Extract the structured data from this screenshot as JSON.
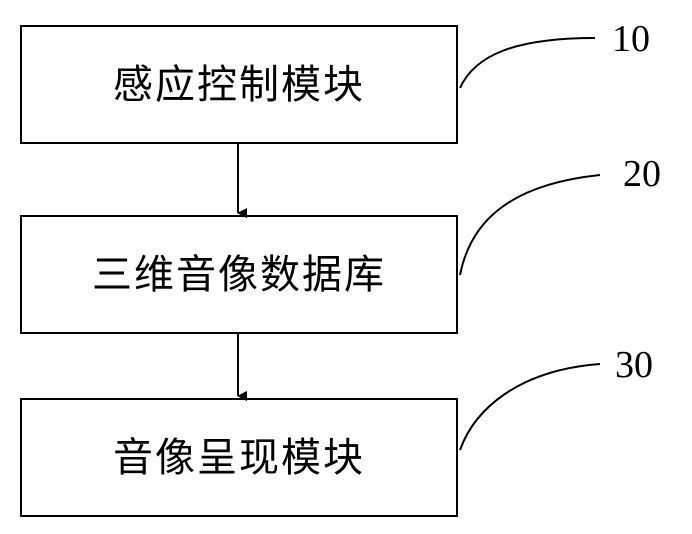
{
  "diagram": {
    "modules": [
      {
        "label": "感应控制模块",
        "ref": "10"
      },
      {
        "label": "三维音像数据库",
        "ref": "20"
      },
      {
        "label": "音像呈现模块",
        "ref": "30"
      }
    ]
  }
}
